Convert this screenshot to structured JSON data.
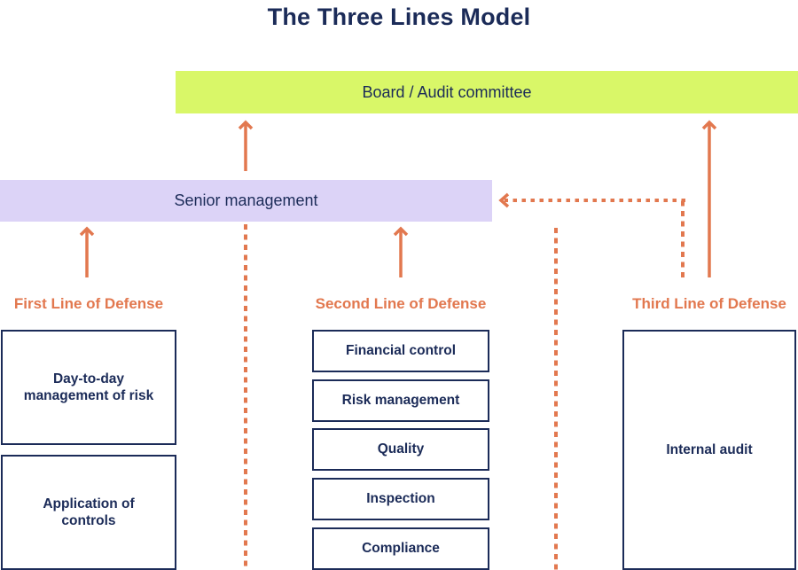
{
  "title": "The Three Lines Model",
  "colors": {
    "navy": "#1B2B58",
    "orange": "#E2784F",
    "lime": "#D9F768",
    "lavender": "#DCD3F7",
    "background": "#FFFFFF"
  },
  "bars": {
    "board": {
      "label": "Board / Audit committee"
    },
    "senior": {
      "label": "Senior management"
    }
  },
  "columns": [
    {
      "label": "First Line of Defense",
      "boxes": [
        "Day-to-day\nmanagement of risk",
        "Application of\ncontrols"
      ]
    },
    {
      "label": "Second Line of Defense",
      "boxes": [
        "Financial control",
        "Risk management",
        "Quality",
        "Inspection",
        "Compliance"
      ]
    },
    {
      "label": "Third Line of Defense",
      "boxes": [
        "Internal audit"
      ]
    }
  ]
}
